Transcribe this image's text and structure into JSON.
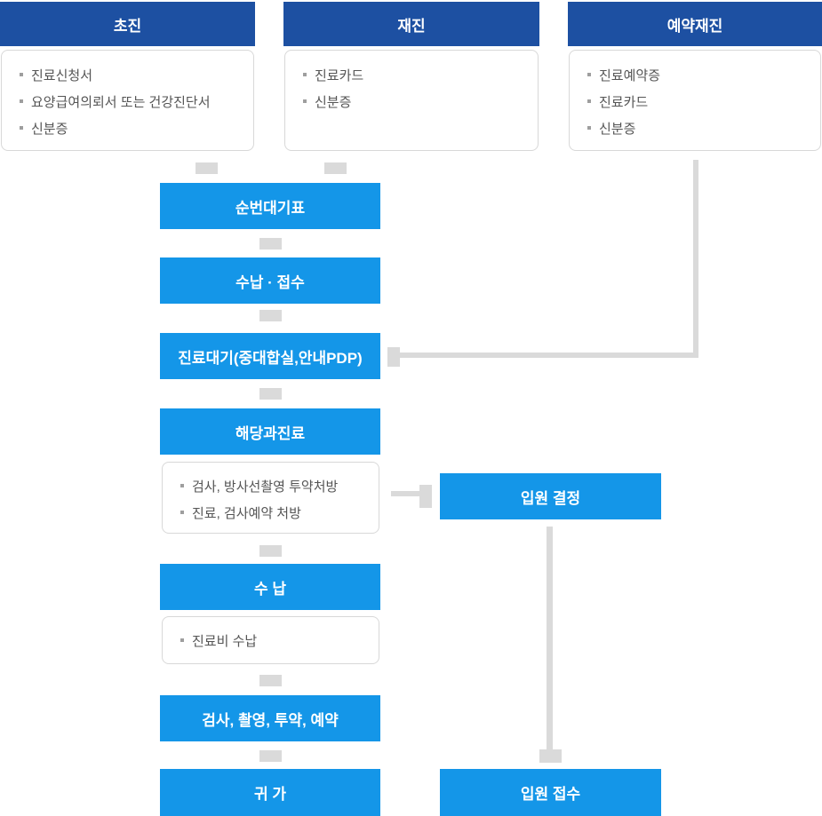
{
  "columns": [
    {
      "title": "초진",
      "items": [
        "진료신청서",
        "요양급여의뢰서 또는 건강진단서",
        "신분증"
      ]
    },
    {
      "title": "재진",
      "items": [
        "진료카드",
        "신분증"
      ]
    },
    {
      "title": "예약재진",
      "items": [
        "진료예약증",
        "진료카드",
        "신분증"
      ]
    }
  ],
  "flow": {
    "queue_ticket": "순번대기표",
    "payment_reception": "수납 · 접수",
    "waiting": "진료대기(중대합실,안내PDP)",
    "department_treatment": "해당과진료",
    "treatment_notes": [
      "검사, 방사선촬영 투약처방",
      "진료, 검사예약 처방"
    ],
    "payment": "수 납",
    "payment_notes": [
      "진료비 수납"
    ],
    "tests_order": "검사, 촬영, 투약, 예약",
    "go_home": "귀 가"
  },
  "admission": {
    "decision": "입원 결정",
    "reception": "입원 접수"
  },
  "colors": {
    "header_bg": "#1d50a2",
    "step_bg": "#1496e8",
    "connector": "#dadada",
    "box_border": "#d8d8d8",
    "note_text": "#555555",
    "box_text": "#ffffff"
  }
}
